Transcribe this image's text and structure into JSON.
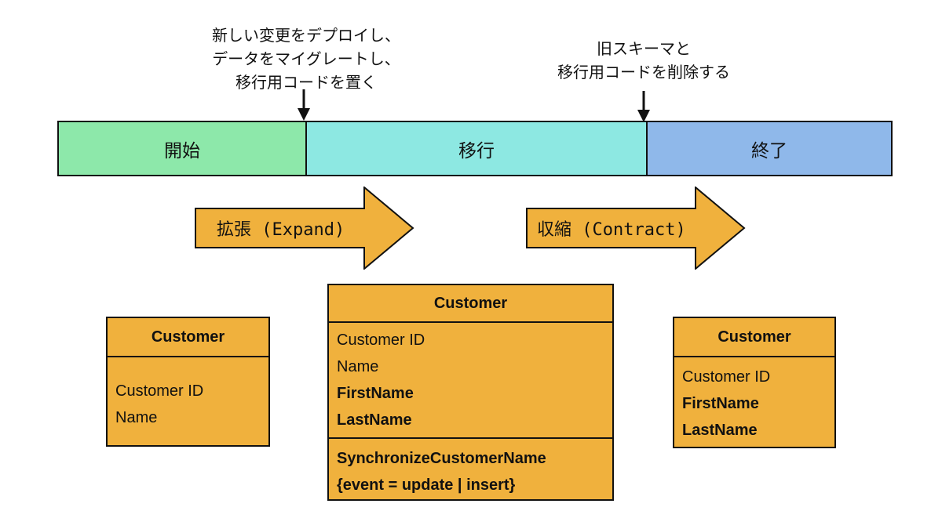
{
  "annotations": {
    "expand_note": [
      "新しい変更をデプロイし、",
      "データをマイグレートし、",
      "移行用コードを置く"
    ],
    "contract_note": [
      "旧スキーマと",
      "移行用コードを削除する"
    ]
  },
  "timeline": {
    "phases": [
      {
        "label": "開始",
        "color": "#8de8aa"
      },
      {
        "label": "移行",
        "color": "#8de8e2"
      },
      {
        "label": "終了",
        "color": "#8fb8ea"
      }
    ]
  },
  "arrows": {
    "expand_label": "拡張 (Expand)",
    "contract_label": "収縮 (Contract)",
    "color": "#f0b13d"
  },
  "entities": {
    "before": {
      "title": "Customer",
      "attributes": [
        {
          "text": "Customer ID",
          "bold": false
        },
        {
          "text": "Name",
          "bold": false
        }
      ]
    },
    "during": {
      "title": "Customer",
      "attributes": [
        {
          "text": "Customer ID",
          "bold": false
        },
        {
          "text": "Name",
          "bold": false
        },
        {
          "text": "FirstName",
          "bold": true
        },
        {
          "text": "LastName",
          "bold": true
        }
      ],
      "methods": [
        {
          "text": "SynchronizeCustomerName",
          "bold": true
        },
        {
          "text": "{event = update | insert}",
          "bold": true
        }
      ]
    },
    "after": {
      "title": "Customer",
      "attributes": [
        {
          "text": "Customer ID",
          "bold": false
        },
        {
          "text": "FirstName",
          "bold": true
        },
        {
          "text": "LastName",
          "bold": true
        }
      ]
    },
    "color": "#f0b13d"
  }
}
